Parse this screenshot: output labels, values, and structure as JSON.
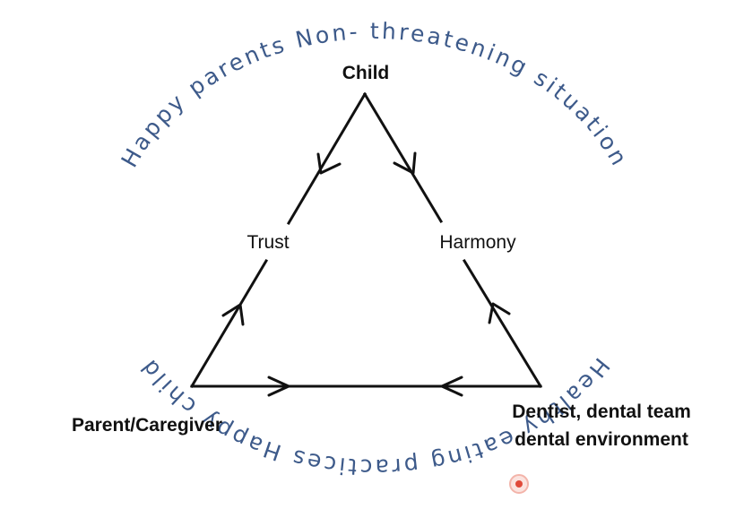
{
  "diagram": {
    "nodes": {
      "child": "Child",
      "parent": "Parent/Caregiver",
      "dentist_line1": "Dentist, dental team",
      "dentist_line2": "dental environment"
    },
    "edge_labels": {
      "trust": "Trust",
      "harmony": "Harmony"
    },
    "ring_phrases": {
      "top": "Happy parents Non- threatening situation",
      "bottom": "Healthy eating practices Happy child"
    },
    "colors": {
      "ring_text": "#3d5a8a",
      "lines": "#111111",
      "marker": "#e04a3a"
    },
    "icons": {
      "marker": "red-dot-icon"
    }
  }
}
